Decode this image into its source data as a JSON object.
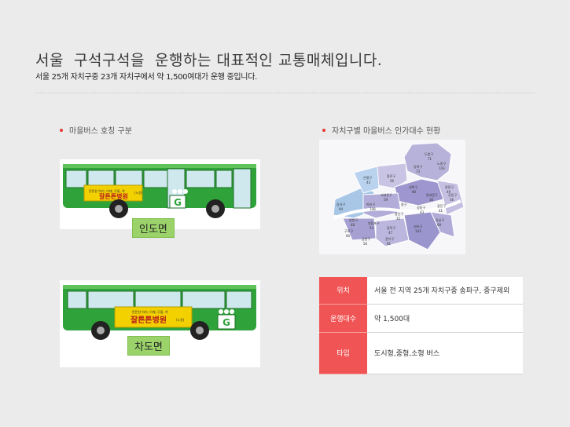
{
  "header": {
    "title": "서울  구석구석을  운행하는 대표적인 교통매체입니다.",
    "subtitle": "서울 25개 자치구중 23개 자치구에서 약 1,500여대가 운행 중입니다."
  },
  "sections": {
    "left_title": "마을버스 호칭 구분",
    "right_title": "자치구별 마을버스 인가대수 현황"
  },
  "buses": [
    {
      "label": "인도면",
      "ad_text": "잘튼튼병원",
      "ad_sub": "튼튼한 허리, 어깨, 무릎, 척",
      "ad_tag": "(노원)",
      "g_letter": "G"
    },
    {
      "label": "차도면",
      "ad_text": "잘튼튼병원",
      "ad_sub": "튼튼한 허리, 어깨, 무릎, 척",
      "ad_tag": "(노원)",
      "g_letter": "G"
    }
  ],
  "map": {
    "districts": [
      {
        "name": "도봉구",
        "value": "71"
      },
      {
        "name": "노원구",
        "value": "143"
      },
      {
        "name": "강북구",
        "value": "73"
      },
      {
        "name": "은평구",
        "value": "43"
      },
      {
        "name": "성북구",
        "value": "80"
      },
      {
        "name": "종로구",
        "value": "56"
      },
      {
        "name": "동대문구",
        "value": "36"
      },
      {
        "name": "중랑구",
        "value": "49"
      },
      {
        "name": "서대문구",
        "value": "59"
      },
      {
        "name": "마포구",
        "value": "108"
      },
      {
        "name": "중구",
        "value": ""
      },
      {
        "name": "성동구",
        "value": "43"
      },
      {
        "name": "광진구",
        "value": "41"
      },
      {
        "name": "용산구",
        "value": "32"
      },
      {
        "name": "강서구",
        "value": "94"
      },
      {
        "name": "양천구",
        "value": "48"
      },
      {
        "name": "영등포구",
        "value": "54"
      },
      {
        "name": "구로구",
        "value": "60"
      },
      {
        "name": "동작구",
        "value": "47"
      },
      {
        "name": "금천구",
        "value": "56"
      },
      {
        "name": "관악구",
        "value": "81"
      },
      {
        "name": "서초구",
        "value": "143"
      },
      {
        "name": "강남구",
        "value": "68"
      },
      {
        "name": "강동구",
        "value": "56"
      }
    ]
  },
  "info": {
    "rows": [
      {
        "key": "위치",
        "value": "서울 전 지역 25개 자치구중 송파구, 중구제외"
      },
      {
        "key": "운행대수",
        "value": "약 1,500대"
      },
      {
        "key": "타입",
        "value": "도시형,중형,소형 버스"
      }
    ]
  },
  "colors": {
    "bus_green": "#2fa33a",
    "accent_red": "#f05454",
    "label_green": "#9bd36a",
    "ad_yellow": "#f3d000"
  }
}
